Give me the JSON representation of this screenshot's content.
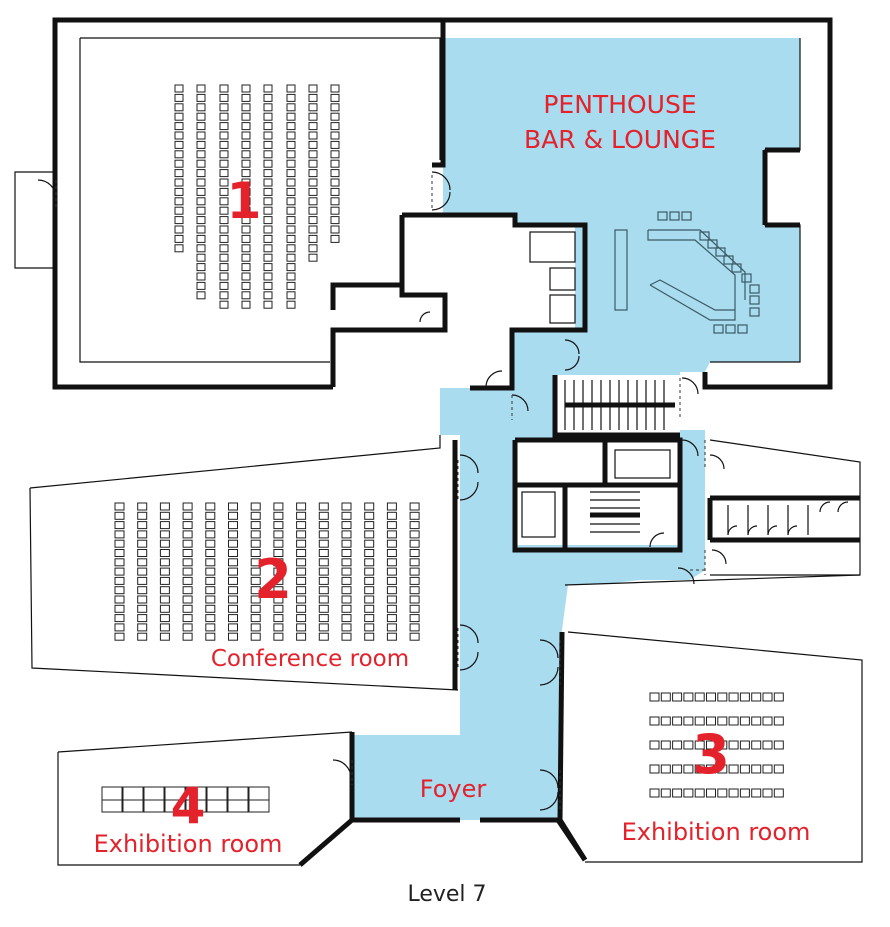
{
  "rooms": {
    "room1": {
      "number": "1"
    },
    "room2": {
      "number": "2",
      "label": "Conference room"
    },
    "room3": {
      "number": "3",
      "label": "Exhibition room"
    },
    "room4": {
      "number": "4",
      "label": "Exhibition room"
    },
    "lounge": {
      "line1": "PENTHOUSE",
      "line2": "BAR & LOUNGE"
    },
    "foyer": {
      "label": "Foyer"
    }
  },
  "caption": "Level 7",
  "colors": {
    "public_area": "#aadcf0",
    "room_numbers": "#e3222b",
    "walls": "#111111"
  }
}
